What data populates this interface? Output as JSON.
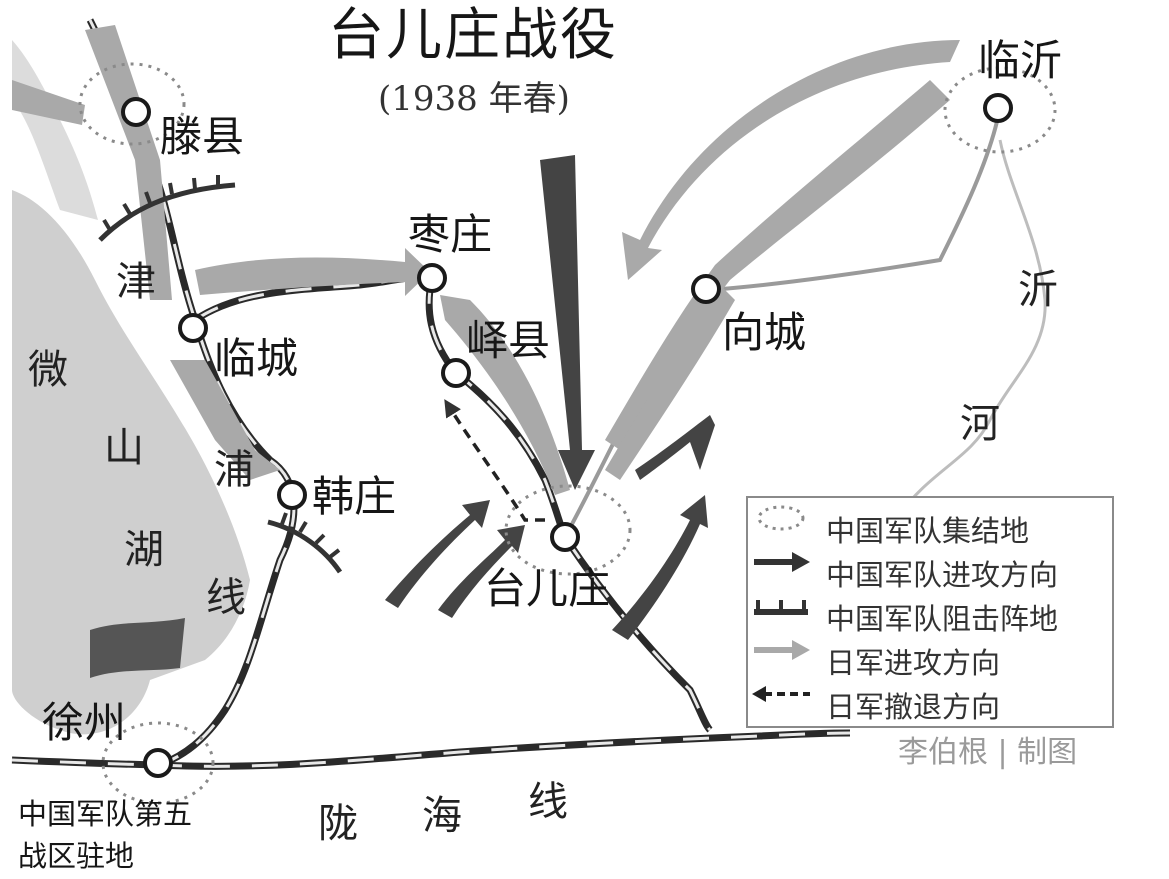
{
  "title": "台儿庄战役",
  "subtitle": "(1938 年春)",
  "cities": {
    "tengxian": "滕县",
    "linyi": "临沂",
    "zaozhuang": "枣庄",
    "yixian": "峄县",
    "lincheng": "临城",
    "xiangcheng": "向城",
    "hanzhuang": "韩庄",
    "taierzhuang": "台儿庄",
    "xuzhou": "徐州"
  },
  "water": {
    "weishan_lake": [
      "微",
      "山",
      "湖"
    ],
    "yi_river": [
      "沂",
      "河"
    ]
  },
  "railways": {
    "jinpu": [
      "津",
      "浦",
      "线"
    ],
    "longhai": [
      "陇",
      "海",
      "线"
    ]
  },
  "note": {
    "line1": "中国军队第五",
    "line2": "战区驻地"
  },
  "legend": [
    {
      "symbol": "dotted-circle",
      "label": "中国军队集结地"
    },
    {
      "symbol": "dark-arrow",
      "label": "中国军队进攻方向"
    },
    {
      "symbol": "blocking-position",
      "label": "中国军队阻击阵地"
    },
    {
      "symbol": "light-arrow",
      "label": "日军进攻方向"
    },
    {
      "symbol": "dashed-arrow",
      "label": "日军撤退方向"
    }
  ],
  "credit": "李伯根 | 制图",
  "colors": {
    "chinese_army": "#444444",
    "japanese_army": "#a9a9a9",
    "lake": "#c9c9c9",
    "river": "#b8b8b8",
    "rail_dark": "#2a2a2a",
    "rail_light": "#e8e8e8"
  }
}
